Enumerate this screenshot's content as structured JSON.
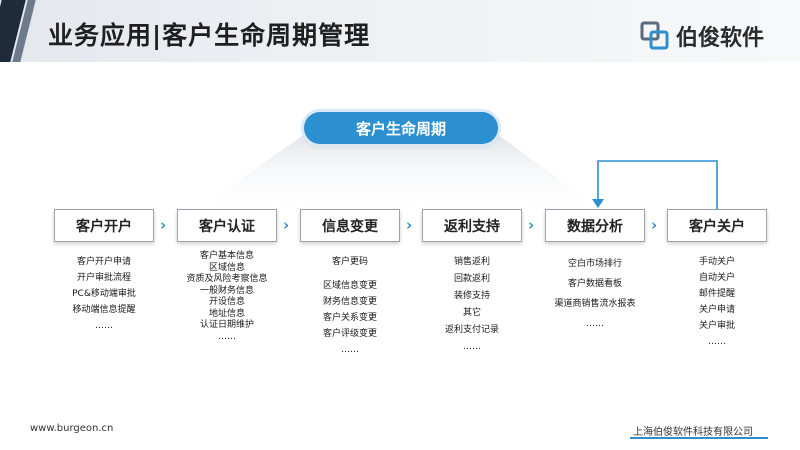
{
  "header": {
    "title": "业务应用|客户生命周期管理",
    "logo_text": "伯俊软件"
  },
  "center": {
    "label": "客户生命周期"
  },
  "stages": [
    {
      "label": "客户开户",
      "items": [
        "客户开户申请",
        "开户审批流程",
        "PC&移动端审批",
        "移动端信息提醒",
        "……"
      ]
    },
    {
      "label": "客户认证",
      "items": [
        "客户基本信息",
        "区域信息",
        "资质及风险考察信息",
        "一般财务信息",
        "开设信息",
        "地址信息",
        "认证日期维护",
        "……"
      ]
    },
    {
      "label": "信息变更",
      "items": [
        "客户更码",
        "区域信息变更",
        "财务信息变更",
        "客户关系变更",
        "客户评级变更",
        "……"
      ]
    },
    {
      "label": "返利支持",
      "items": [
        "销售返利",
        "回款返利",
        "装修支持",
        "其它",
        "返利支付记录",
        "……"
      ]
    },
    {
      "label": "数据分析",
      "items": [
        "空白市场排行",
        "客户数据看板",
        "渠道商销售流水报表",
        "……"
      ]
    },
    {
      "label": "客户关户",
      "items": [
        "手动关户",
        "自动关户",
        "邮件提醒",
        "关户申请",
        "关户审批",
        "……"
      ]
    }
  ],
  "footer": {
    "url": "www.burgeon.cn",
    "company": "上海伯俊软件科技有限公司"
  },
  "colors": {
    "accent": "#2b8fd0",
    "dark": "#1f2a3a"
  }
}
